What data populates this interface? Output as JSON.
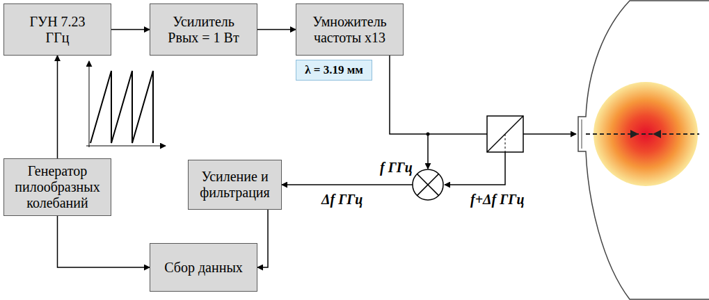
{
  "diagram": {
    "nodes": [
      {
        "text": [
          "ГУН 7.23 ГГц"
        ]
      },
      {
        "text": [
          "Усилитель Pвых = 1 Вт"
        ]
      },
      {
        "text": [
          "Умножитель частоты x13"
        ]
      },
      {
        "text": [
          "Генератор пилообразных колебаний"
        ]
      },
      {
        "text": [
          "Усиление и фильтрация"
        ]
      },
      {
        "text": [
          "Сбор данных"
        ]
      },
      {
        "text": [
          "λ = 3.19 мм"
        ]
      }
    ],
    "edges": [
      {
        "from": 0,
        "to": 1,
        "arrow": "to"
      },
      {
        "from": 1,
        "to": 2,
        "arrow": "to"
      },
      {
        "from": 3,
        "to": 0,
        "arrow": "to"
      },
      {
        "from": 3,
        "to": 5,
        "arrow": "to"
      },
      {
        "from": 4,
        "to": 5,
        "arrow": "to"
      }
    ],
    "labels": [
      "f ГГц",
      "Δf ГГц",
      "f+Δf ГГц"
    ]
  }
}
